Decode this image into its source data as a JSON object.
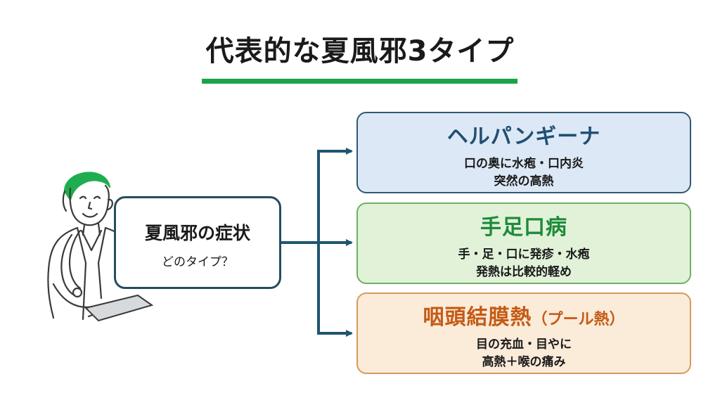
{
  "title": "代表的な夏風邪3タイプ",
  "speech": {
    "title": "夏風邪の症状",
    "subtitle": "どのタイプ？"
  },
  "cards": [
    {
      "title": "ヘルパンギーナ",
      "lines": [
        "口の奥に水疱・口内炎",
        "突然の高熱"
      ]
    },
    {
      "title": "手足口病",
      "lines": [
        "手・足・口に発疹・水疱",
        "発熱は比較的軽め"
      ]
    },
    {
      "title": "咽頭結膜熱",
      "title_sub": "（プール熱）",
      "lines": [
        "目の充血・目やに",
        "高熱＋喉の痛み"
      ]
    }
  ],
  "colors": {
    "accent_underline": "#1aa34a",
    "connector": "#1f5570",
    "herpangina_bg": "#dde8f6",
    "hfmd_bg": "#e1f2d9",
    "pcf_bg": "#fbebd9",
    "herpangina_title": "#1f4f73",
    "hfmd_title": "#1e8a3a",
    "pcf_title": "#c45a15"
  },
  "icons": [
    "doctor-illustration",
    "tablet-icon",
    "arrow-right-icon"
  ]
}
